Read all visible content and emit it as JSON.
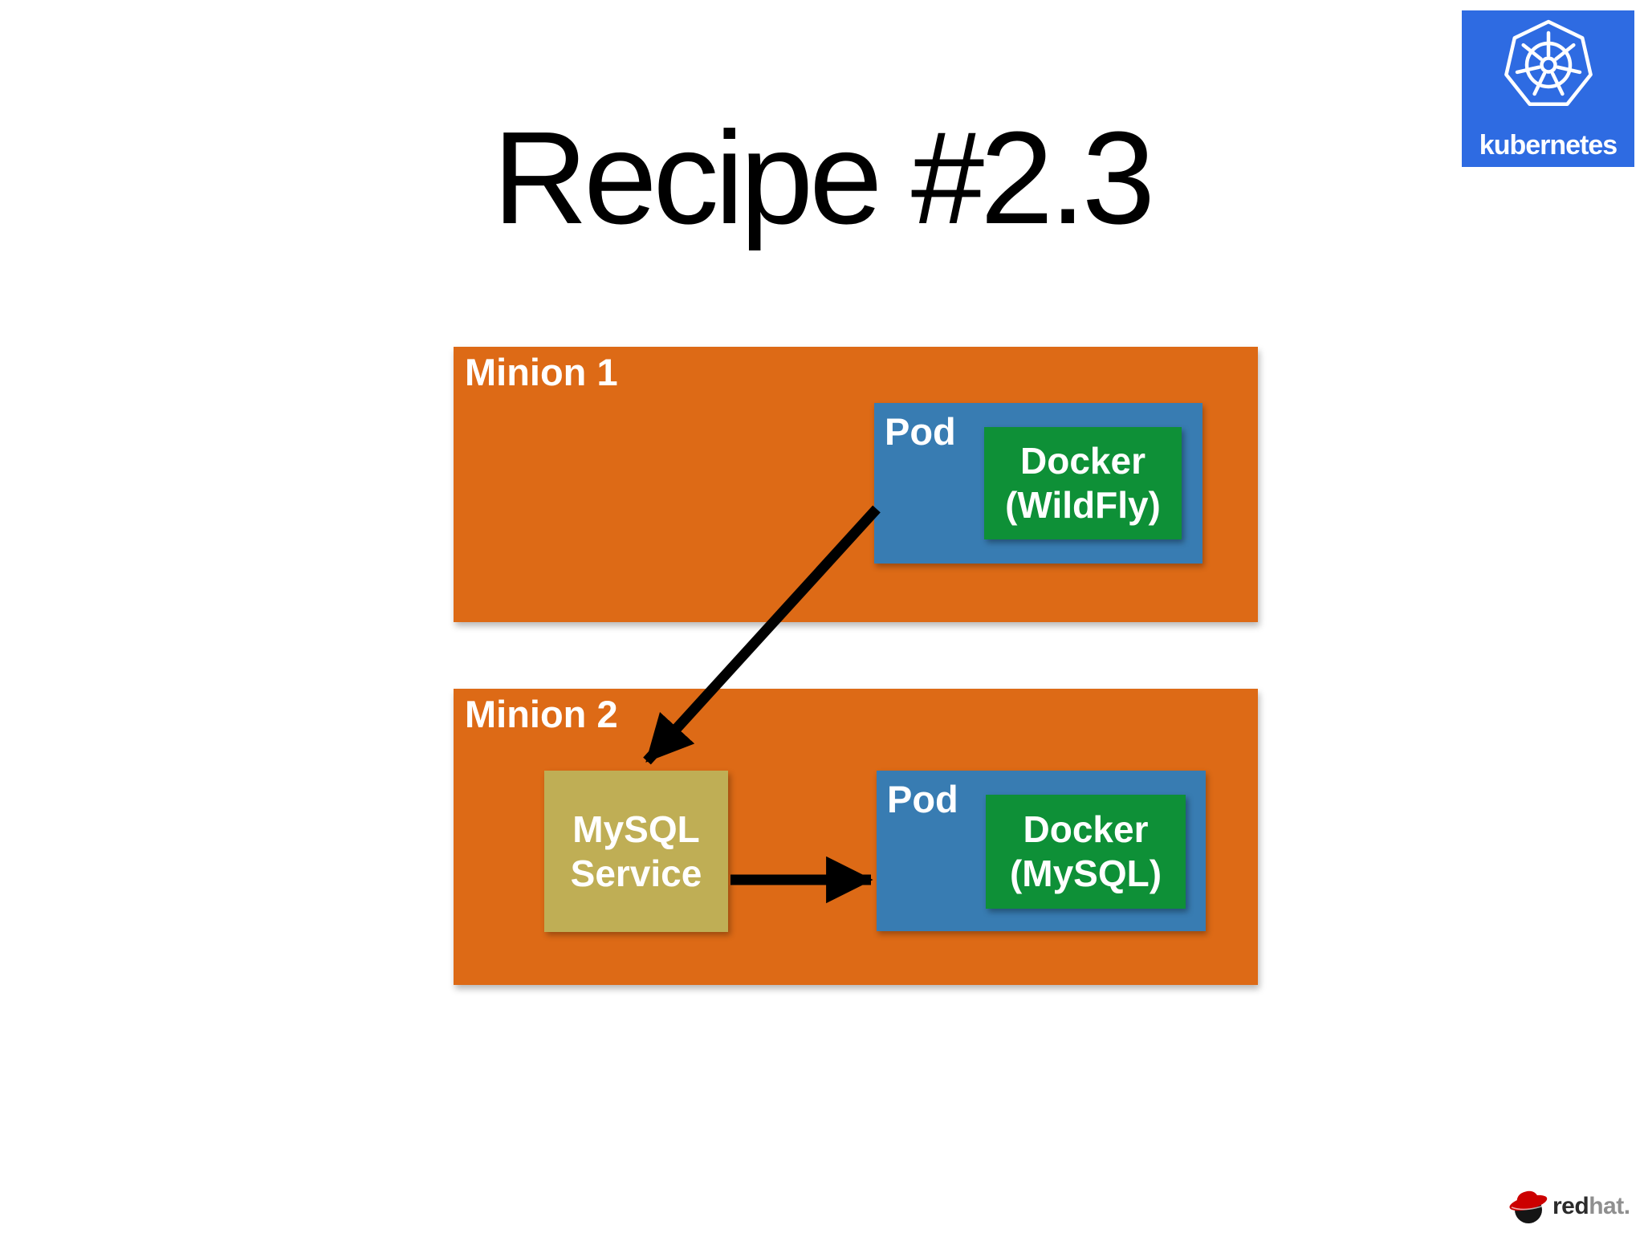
{
  "slide": {
    "title": "Recipe #2.3",
    "background": "#FFFFFF"
  },
  "kubernetes_badge": {
    "wordmark": "kubernetes",
    "background": "#2E6BE2",
    "icon": "kubernetes-helm-icon"
  },
  "minions": [
    {
      "label": "Minion 1",
      "pod": {
        "label": "Pod",
        "container_line1": "Docker",
        "container_line2": "(WildFly)"
      }
    },
    {
      "label": "Minion 2",
      "service": {
        "line1": "MySQL",
        "line2": "Service"
      },
      "pod": {
        "label": "Pod",
        "container_line1": "Docker",
        "container_line2": "(MySQL)"
      }
    }
  ],
  "connections": [
    {
      "from": "Pod (Docker WildFly) on Minion 1",
      "to": "MySQL Service on Minion 2"
    },
    {
      "from": "MySQL Service",
      "to": "Pod (Docker MySQL) on Minion 2"
    }
  ],
  "colors": {
    "minion_background": "#DD6A16",
    "pod_background": "#387CB2",
    "container_background": "#0E9037",
    "service_background": "#BFAE55",
    "kubernetes_blue": "#2E6BE2",
    "arrow_black": "#000000",
    "box_text": "#FFFFFF",
    "title_text": "#000000",
    "redhat_red_text": "#2B2B2B",
    "redhat_gray_text": "#8F8F8F",
    "redhat_hat_red": "#CC0000"
  },
  "redhat_logo": {
    "part1": "red",
    "part2": "hat."
  }
}
